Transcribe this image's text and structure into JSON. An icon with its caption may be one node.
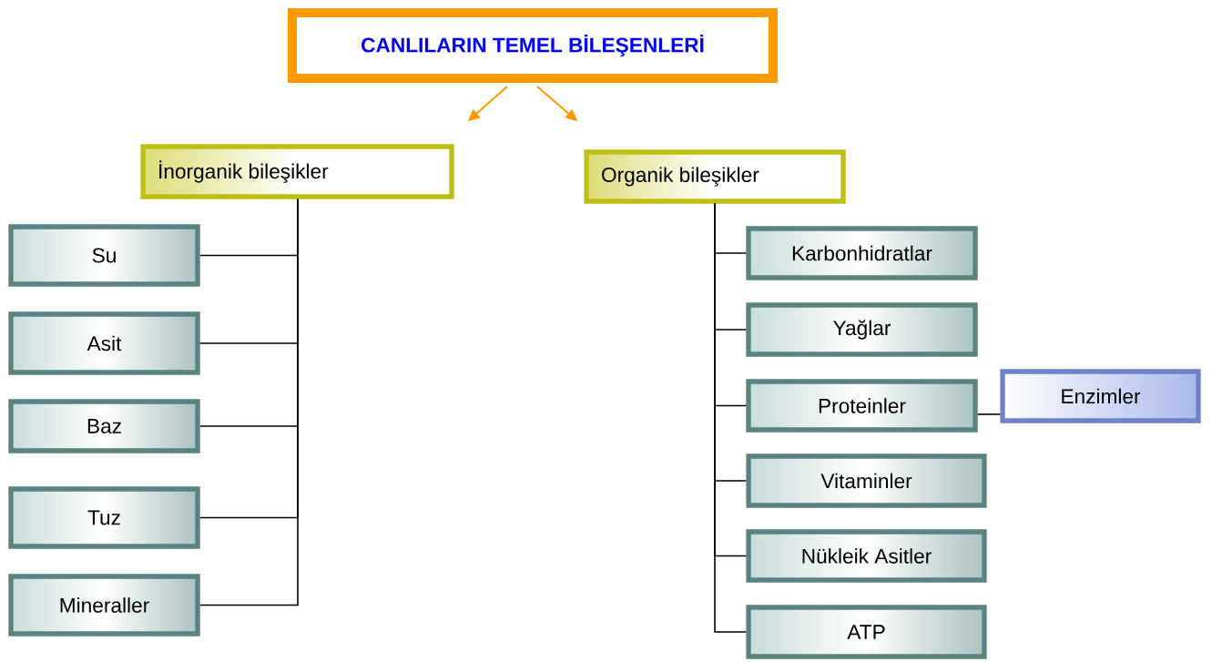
{
  "diagram": {
    "nodes": [
      {
        "text": [
          "CANLILARIN TEMEL BİLEŞENLERİ"
        ]
      },
      {
        "text": [
          "İnorganik bileşikler"
        ]
      },
      {
        "text": [
          "Organik bileşikler"
        ]
      },
      {
        "text": [
          "Su"
        ]
      },
      {
        "text": [
          "Asit"
        ]
      },
      {
        "text": [
          "Baz"
        ]
      },
      {
        "text": [
          "Tuz"
        ]
      },
      {
        "text": [
          "Mineraller"
        ]
      },
      {
        "text": [
          "Karbonhidratlar"
        ]
      },
      {
        "text": [
          "Yağlar"
        ]
      },
      {
        "text": [
          "Proteinler"
        ]
      },
      {
        "text": [
          "Vitaminler"
        ]
      },
      {
        "text": [
          "Nükleik Asitler"
        ]
      },
      {
        "text": [
          "ATP"
        ]
      },
      {
        "text": [
          "Enzimler"
        ]
      }
    ],
    "edges": [
      {
        "from": 0,
        "to": 1,
        "arrow": "to",
        "color": "#ff9900"
      },
      {
        "from": 0,
        "to": 2,
        "arrow": "to",
        "color": "#ff9900"
      },
      {
        "from": 1,
        "to": 3,
        "arrow": "none"
      },
      {
        "from": 1,
        "to": 4,
        "arrow": "none"
      },
      {
        "from": 1,
        "to": 5,
        "arrow": "none"
      },
      {
        "from": 1,
        "to": 6,
        "arrow": "none"
      },
      {
        "from": 1,
        "to": 7,
        "arrow": "none"
      },
      {
        "from": 2,
        "to": 8,
        "arrow": "none"
      },
      {
        "from": 2,
        "to": 9,
        "arrow": "none"
      },
      {
        "from": 2,
        "to": 10,
        "arrow": "none"
      },
      {
        "from": 2,
        "to": 11,
        "arrow": "none"
      },
      {
        "from": 2,
        "to": 12,
        "arrow": "none"
      },
      {
        "from": 2,
        "to": 13,
        "arrow": "none"
      },
      {
        "from": 10,
        "to": 14,
        "arrow": "none"
      }
    ]
  }
}
